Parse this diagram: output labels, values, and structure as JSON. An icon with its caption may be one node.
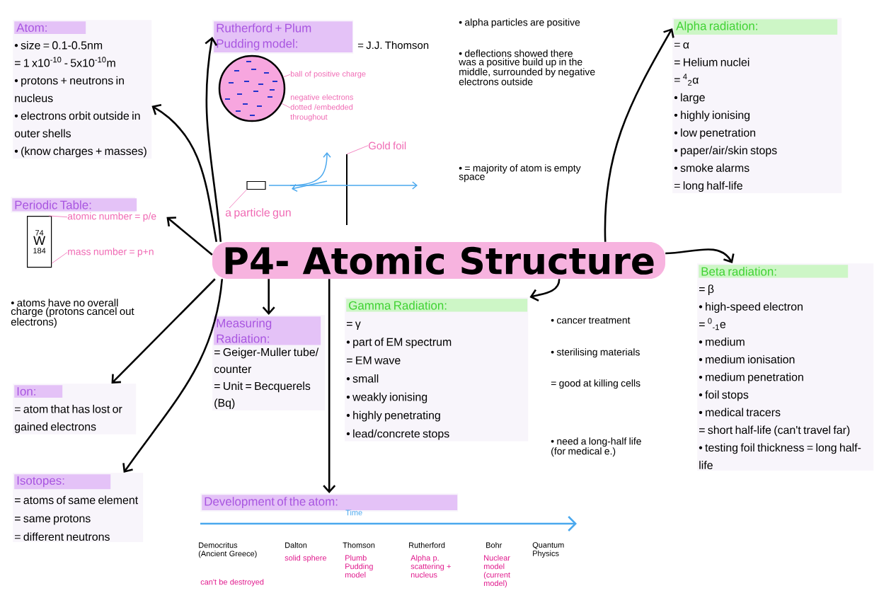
{
  "diagram": {
    "nodes": [
      {
        "text": [
          "P4- Atomic Structure"
        ]
      },
      {
        "text": [
          "Atom:",
          "• size = 0.1-0.5nm",
          "= 1 x10$^{-10}$ - 5x10$^{-10}$m",
          "• protons + neutrons in nucleus",
          "• electrons orbit outside in outer shells",
          "• (know charges + masses)"
        ]
      },
      {
        "text": [
          "Rutherford + Plum Pudding model:"
        ],
        "beside": [
          "= J.J. Thomson"
        ]
      },
      {
        "text": [],
        "shape": "circle"
      },
      {
        "text": [
          "ball of positive charge"
        ]
      },
      {
        "text": [
          "negative electrons dotted /embedded throughout"
        ]
      },
      {
        "text": [],
        "shape": "box"
      },
      {
        "text": [
          "a particle gun"
        ]
      },
      {
        "text": [],
        "shape": "bar"
      },
      {
        "text": [
          "Gold foil"
        ]
      },
      {
        "text": [
          "Periodic Table:"
        ]
      },
      {
        "text": [
          "74",
          "W",
          "184"
        ]
      },
      {
        "text": [
          "atomic number = p/e"
        ]
      },
      {
        "text": [
          "mass number = p+n"
        ]
      },
      {
        "text": [
          "Ion:",
          "= atom that has lost or gained electrons"
        ]
      },
      {
        "text": [
          "Isotopes:",
          "= atoms of same element",
          "= same protons",
          "= different neutrons"
        ]
      },
      {
        "text": [
          "Measuring Radiation:",
          "= Geiger-Muller tube/ counter",
          "= Unit = Becquerels (Bq)"
        ]
      },
      {
        "text": [
          "Gamma Radiation:",
          "= γ",
          "• part of EM spectrum",
          "= EM wave",
          "• small",
          "• weakly ionising",
          "• highly penetrating",
          "• lead/concrete stops"
        ]
      },
      {
        "text": [
          "Alpha radiation:",
          "= α",
          "= Helium nuclei",
          "= $^{4}$$_{2}$α",
          "• large",
          "• highly ionising",
          "• low penetration",
          "• paper/air/skin stops",
          "• smoke alarms",
          "= long half-life"
        ]
      },
      {
        "text": [
          "Beta radiation:",
          "= β",
          "• high-speed electron",
          "= $^{0}$$_{-1}$e",
          "• medium",
          "• medium ionisation",
          "• medium penetration",
          "• foil stops",
          "• medical tracers",
          "= short half-life (can't travel far)",
          "• testing foil thickness = long half-life"
        ]
      },
      {
        "text": [
          "Development of the atom:"
        ]
      }
    ],
    "edges": [
      {
        "from": 0,
        "to": 2,
        "arrow": "to"
      },
      {
        "from": 0,
        "to": 1,
        "arrow": "to"
      },
      {
        "from": 0,
        "to": 12,
        "arrow": "to"
      },
      {
        "from": 0,
        "to": 14,
        "arrow": "to"
      },
      {
        "from": 0,
        "to": 15,
        "arrow": "to"
      },
      {
        "from": 0,
        "to": 16,
        "arrow": "to"
      },
      {
        "from": 0,
        "to": 20,
        "arrow": "to"
      },
      {
        "from": 0,
        "to": 17,
        "arrow": "to"
      },
      {
        "from": 0,
        "to": 18,
        "arrow": "to"
      },
      {
        "from": 0,
        "to": 19,
        "arrow": "to"
      },
      {
        "from": 4,
        "to": 3,
        "arrow": "none",
        "color": "#f06ab4"
      },
      {
        "from": 5,
        "to": 3,
        "arrow": "none",
        "color": "#f06ab4"
      },
      {
        "from": 7,
        "to": 6,
        "arrow": "none",
        "color": "#f06ab4"
      },
      {
        "from": 9,
        "to": 8,
        "arrow": "none",
        "color": "#f06ab4"
      },
      {
        "from": 12,
        "to": 11,
        "arrow": "none",
        "color": "#f06ab4"
      },
      {
        "from": 13,
        "to": 11,
        "arrow": "none",
        "color": "#f06ab4"
      }
    ],
    "labels": [
      "• alpha particles are positive",
      "• deflections showed there was a positive build up in the middle, surrounded by negative electrons outside",
      "• = majority of atom is empty space",
      "• atoms have no overall charge (protons cancel out electrons)",
      "• cancer treatment",
      "• sterilising materials",
      "= good at killing cells",
      "• need a long-half life (for medical e.)",
      "Time",
      "Democritus (Ancient Greece)",
      "can't be destroyed",
      "Dalton",
      "solid sphere",
      "Thomson",
      "Plumb Pudding model",
      "Rutherford",
      "Alpha p. scattering + nucleus",
      "Bohr",
      "Nuclear model (current model)",
      "Quantum Physics"
    ]
  }
}
